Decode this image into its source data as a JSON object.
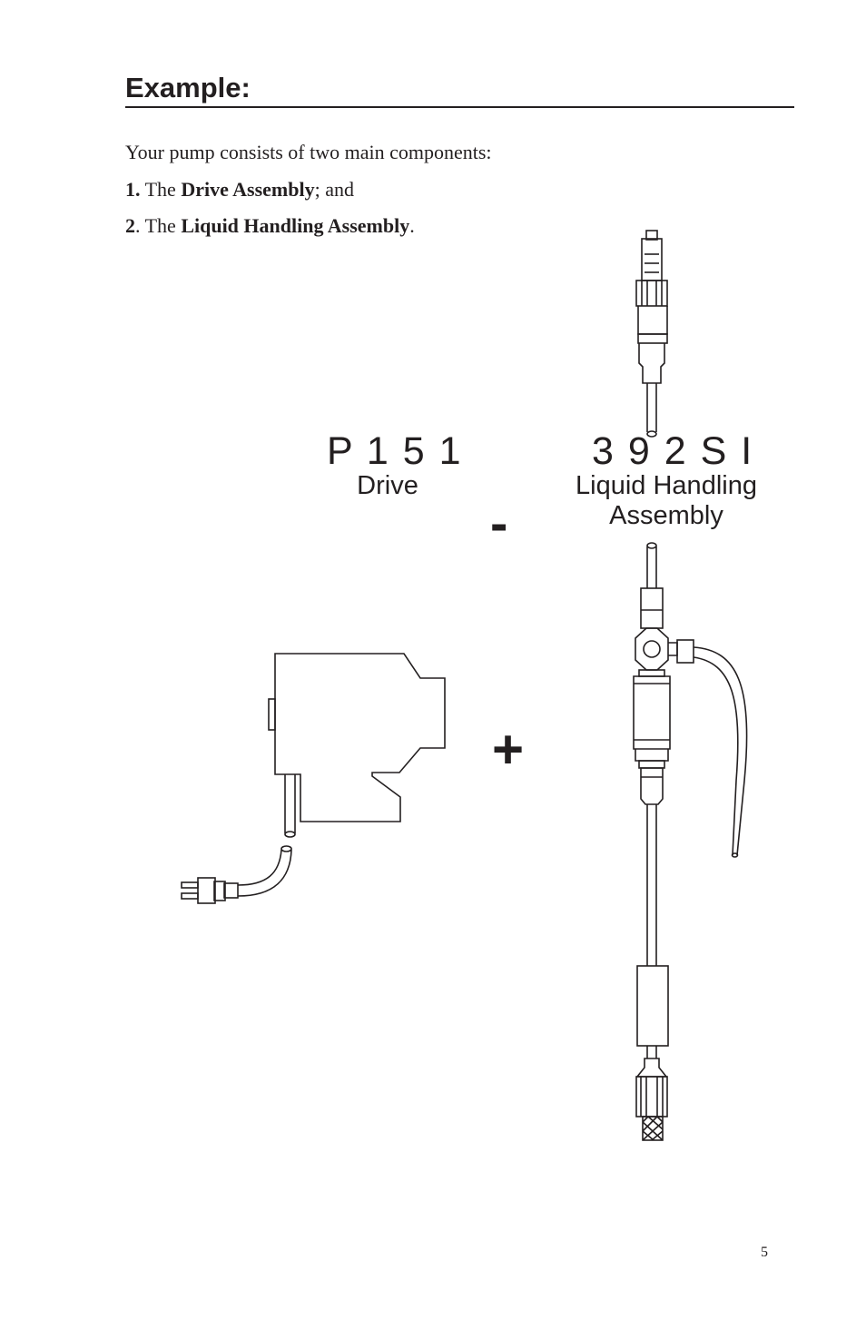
{
  "heading": "Example:",
  "intro": "Your pump consists of two main components:",
  "items": [
    {
      "num": "1.",
      "pre": "The",
      "bold": "Drive Assembly",
      "post": "; and"
    },
    {
      "num": "2",
      "pre": ". The",
      "bold": "Liquid Handling Assembly",
      "post": "."
    }
  ],
  "drive": {
    "code": "P 1 5 1",
    "label": "Drive"
  },
  "separator": "-",
  "lha": {
    "code": "3 9 2 S I",
    "label_line1": "Liquid Handling",
    "label_line2": "Assembly"
  },
  "plus": "+",
  "page_number": "5"
}
